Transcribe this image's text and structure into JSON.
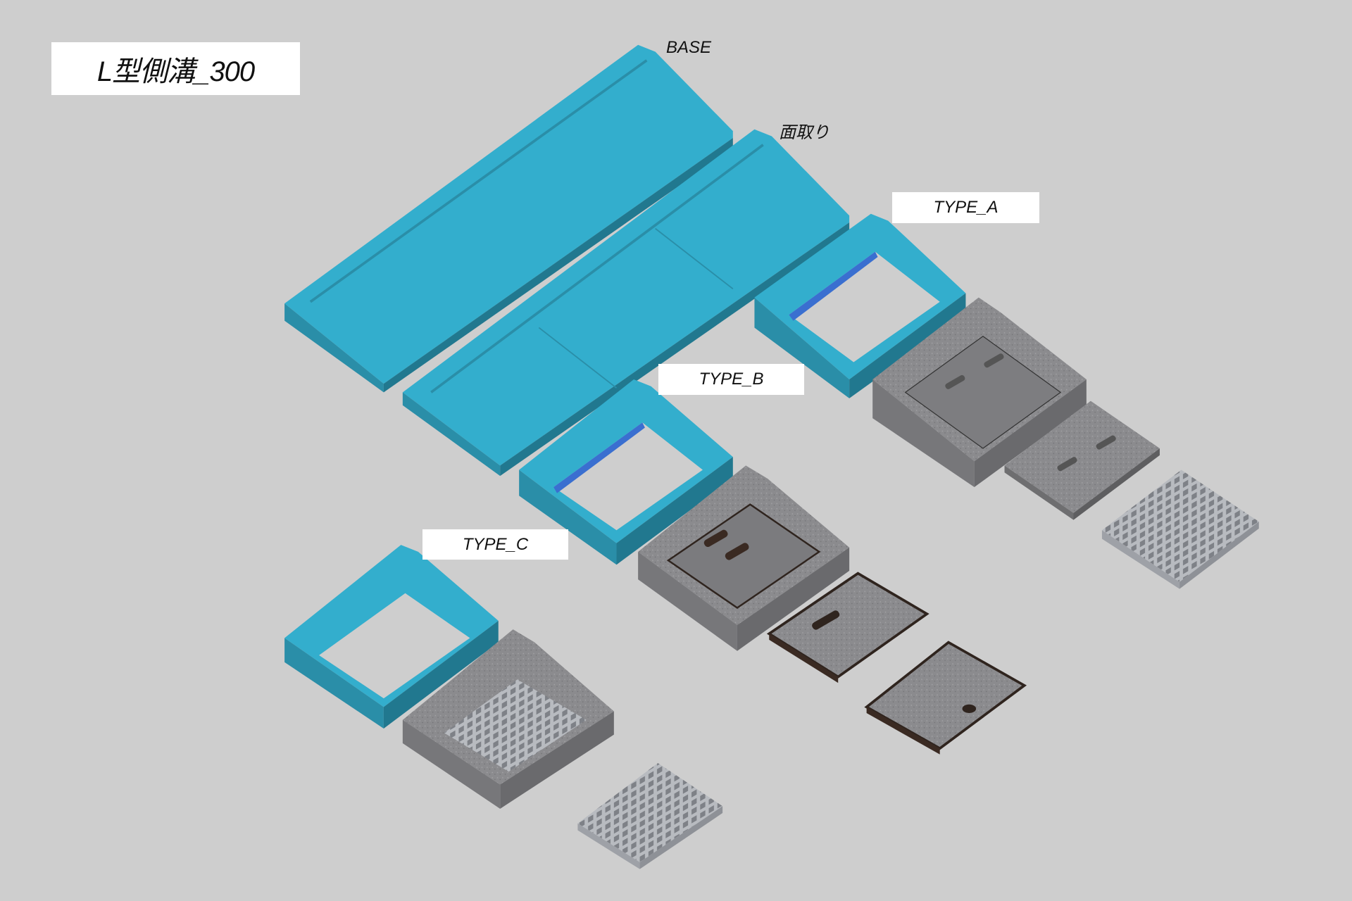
{
  "title": "L型側溝_300",
  "labels": {
    "base": "BASE",
    "mentori": "面取り",
    "type_a": "TYPE_A",
    "type_b": "TYPE_B",
    "type_c": "TYPE_C"
  },
  "colors": {
    "background": "#cecece",
    "teal_top": "#33aecd",
    "teal_side": "#2a8ea8",
    "teal_dark": "#21788f",
    "concrete": "#8a8a8c",
    "concrete_dark": "#6e6e70",
    "cover_dark": "#3a2a22",
    "grating": "#a9acb2"
  }
}
